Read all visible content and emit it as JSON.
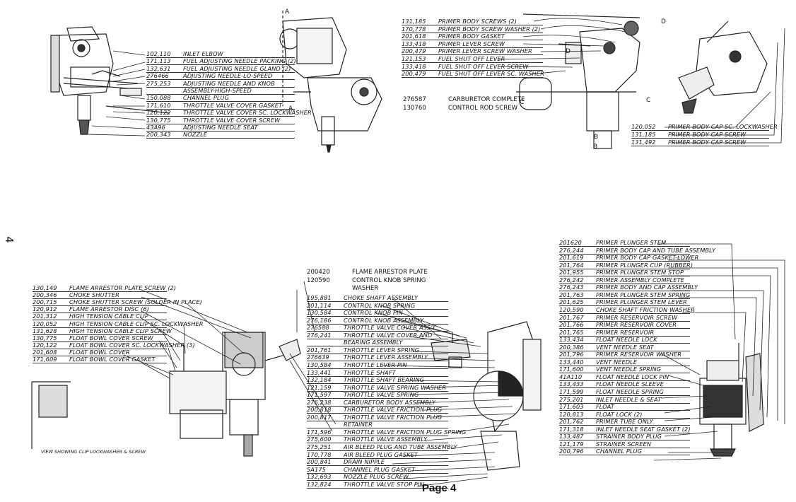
{
  "page_label": "Page 4",
  "side_page_number": "4",
  "view_caption": "VIEW SHOWING CLIP LOCKWASHER & SCREW",
  "section_letters": [
    "A",
    "A",
    "D",
    "D",
    "C",
    "C",
    "B",
    "B"
  ],
  "group_top_left": [
    {
      "num": "102,110",
      "name": "INLET ELBOW"
    },
    {
      "num": "171,113",
      "name": "FUEL ADJUSTING NEEDLE PACKING (2)"
    },
    {
      "num": "132,631",
      "name": "FUEL ADJUSTING NEEDLE GLAND (2)"
    },
    {
      "num": "276466",
      "name": "ADJUSTING NEEDLE-LO-SPEED"
    },
    {
      "num": "275,253",
      "name": "ADJUSTING NEEDLE AND KNOB"
    },
    {
      "num": "",
      "name": "ASSEMBLY-HIGH-SPEED"
    },
    {
      "num": "150,088",
      "name": "CHANNEL PLUG"
    },
    {
      "num": "171,610",
      "name": "THROTTLE VALVE COVER GASKET"
    },
    {
      "num": "120,122",
      "name": "THROTTLE VALVE COVER SC. LOCKWASHER"
    },
    {
      "num": "130,775",
      "name": "THROTTLE VALVE COVER SCREW"
    },
    {
      "num": "43A96",
      "name": "ADJUSTING NEEDLE SEAT"
    },
    {
      "num": "200,343",
      "name": "NOZZLE"
    }
  ],
  "group_top_middle": [
    {
      "num": "131,185",
      "name": "PRIMER BODY SCREWS (2)"
    },
    {
      "num": "170,778",
      "name": "PRIMER BODY SCREW WASHER (2)"
    },
    {
      "num": "201,618",
      "name": "PRIMER BODY GASKET"
    },
    {
      "num": "133,418",
      "name": "PRIMER LEVER SCREW"
    },
    {
      "num": "200,479",
      "name": "PRIMER LEVER SCREW WASHER"
    },
    {
      "num": "121,153",
      "name": "FUEL SHUT OFF LEVER"
    },
    {
      "num": "133,418",
      "name": "FUEL SHUT OFF LEVER SCREW"
    },
    {
      "num": "200,479",
      "name": "FUEL SHUT OFF LEVER SC. WASHER"
    }
  ],
  "carb_notes": [
    {
      "num": "276587",
      "name": "CARBURETOR COMPLETE"
    },
    {
      "num": "130760",
      "name": "CONTROL ROD SCREW"
    }
  ],
  "group_top_right": [
    {
      "num": "120,052",
      "name": "PRIMER BODY CAP SC. LOCKWASHER"
    },
    {
      "num": "131,185",
      "name": "PRIMER BODY CAP SCREW"
    },
    {
      "num": "131,492",
      "name": "PRIMER BODY CAP SCREW"
    }
  ],
  "group_bottom_left": [
    {
      "num": "130,149",
      "name": "FLAME ARRESTOR PLATE SCREW (2)"
    },
    {
      "num": "200,346",
      "name": "CHOKE SHUTTER"
    },
    {
      "num": "200,715",
      "name": "CHOKE SHUTTER SCREW (SOLDER IN PLACE)"
    },
    {
      "num": "120,912",
      "name": "FLAME ARRESTOR DISC (6)"
    },
    {
      "num": "201,312",
      "name": "HIGH TENSION CABLE CLIP"
    },
    {
      "num": "120,052",
      "name": "HIGH TENSION CABLE CLIP SC. LOCKWASHER"
    },
    {
      "num": "131,628",
      "name": "HIGH TENSION CABLE CLIP SCREW"
    },
    {
      "num": "130,775",
      "name": "FLOAT BOWL COVER SCREW"
    },
    {
      "num": "120,122",
      "name": "FLOAT BOWL COVER SC. LOCKWASHER (3)"
    },
    {
      "num": "201,608",
      "name": "FLOAT BOWL COVER"
    },
    {
      "num": "171,609",
      "name": "FLOAT BOWL COVER GASKET"
    }
  ],
  "flame_notes": [
    {
      "num": "200420",
      "name": "FLAME ARRESTOR PLATE"
    },
    {
      "num": "120590",
      "name": "CONTROL KNOB SPRING"
    },
    {
      "num": "",
      "name": "WASHER"
    }
  ],
  "group_bottom_middle": [
    {
      "num": "195,881",
      "name": "CHOKE SHAFT ASSEMBLY"
    },
    {
      "num": "201,114",
      "name": "CONTROL KNOB SPRING"
    },
    {
      "num": "130,584",
      "name": "CONTROL KNOB PIN"
    },
    {
      "num": "276,186",
      "name": "CONTROL KNOB ASSEMBLY"
    },
    {
      "num": "276588",
      "name": "THROTTLE VALVE COVER ASS'Y"
    },
    {
      "num": "276,241",
      "name": "THROTTLE VALVE COVER AND"
    },
    {
      "num": "",
      "name": "BEARING ASSEMBLY"
    },
    {
      "num": "201,761",
      "name": "THROTTLE LEVER SPRING"
    },
    {
      "num": "276639",
      "name": "THROTTLE LEVER ASSEMBLY"
    },
    {
      "num": "130,584",
      "name": "THROTTLE LEVER PIN"
    },
    {
      "num": "133,441",
      "name": "THROTTLE SHAFT"
    },
    {
      "num": "132,184",
      "name": "THROTTLE SHAFT BEARING"
    },
    {
      "num": "121,159",
      "name": "THROTTLE VALVE SPRING WASHER"
    },
    {
      "num": "171,597",
      "name": "THROTTLE VALVE SPRING"
    },
    {
      "num": "276,238",
      "name": "CARBURETOR BODY ASSEMBLY"
    },
    {
      "num": "200,818",
      "name": "THROTTLE VALVE FRICTION PLUG"
    },
    {
      "num": "200,817",
      "name": "THROTTLE VALVE FRICTION PLUG"
    },
    {
      "num": "",
      "name": "RETAINER"
    },
    {
      "num": "171,596",
      "name": "THROTTLE VALVE FRICTION PLUG SPRING"
    },
    {
      "num": "275,600",
      "name": "THROTTLE VALVE ASSEMBLY"
    },
    {
      "num": "275,251",
      "name": "AIR BLEED PLUG AND TUBE ASSEMBLY"
    },
    {
      "num": "170,778",
      "name": "AIR BLEED PLUG GASKET"
    },
    {
      "num": "200,841",
      "name": "DRAIN NIPPLE"
    },
    {
      "num": "5A175",
      "name": "CHANNEL PLUG GASKET"
    },
    {
      "num": "132,693",
      "name": "NOZZLE PLUG SCREW"
    },
    {
      "num": "132,824",
      "name": "THROTTLE VALVE STOP PIN"
    }
  ],
  "group_bottom_right": [
    {
      "num": "201620",
      "name": "PRIMER PLUNGER STEM"
    },
    {
      "num": "276,244",
      "name": "PRIMER BODY CAP AND TUBE ASSEMBLY"
    },
    {
      "num": "201,619",
      "name": "PRIMER BODY CAP GASKET-LOWER"
    },
    {
      "num": "201,764",
      "name": "PRIMER PLUNGER CUP (RUBBER)"
    },
    {
      "num": "201,955",
      "name": "PRIMER PLUNGER STEM STOP"
    },
    {
      "num": "276,242",
      "name": "PRIMER ASSEMBLY COMPLETE"
    },
    {
      "num": "276,243",
      "name": "PRIMER BODY AND CAP ASSEMBLY"
    },
    {
      "num": "201,763",
      "name": "PRIMER PLUNGER STEM SPRING"
    },
    {
      "num": "201,625",
      "name": "PRIMER PLUNGER STEM LEVER"
    },
    {
      "num": "120,590",
      "name": "CHOKE SHAFT FRICTION WASHER"
    },
    {
      "num": "201,767",
      "name": "PRIMER RESERVOIR SCREW"
    },
    {
      "num": "201,766",
      "name": "PRIMER RESERVOIR COVER"
    },
    {
      "num": "201,765",
      "name": "PRIMER RESERVOIR"
    },
    {
      "num": "133,434",
      "name": "FLOAT NEEDLE LOCK"
    },
    {
      "num": "200,386",
      "name": "VENT NEEDLE SEAT"
    },
    {
      "num": "201,796",
      "name": "PRIMER RESERVOIR WASHER"
    },
    {
      "num": "133,440",
      "name": "VENT NEEDLE"
    },
    {
      "num": "171,600",
      "name": "VENT NEEDLE SPRING"
    },
    {
      "num": "41A110",
      "name": "FLOAT NEEDLE LOCK PIN"
    },
    {
      "num": "133,433",
      "name": "FLOAT NEEDLE SLEEVE"
    },
    {
      "num": "171,599",
      "name": "FLOAT NEEDLE SPRING"
    },
    {
      "num": "275,201",
      "name": "INLET NEEDLE & SEAT"
    },
    {
      "num": "171,603",
      "name": "FLOAT"
    },
    {
      "num": "120,813",
      "name": "FLOAT LOCK (2)"
    },
    {
      "num": "201,762",
      "name": "PRIMER TUBE ONLY"
    },
    {
      "num": "171,318",
      "name": "INLET NEEDLE SEAT GASKET (2)"
    },
    {
      "num": "133,487",
      "name": "STRAINER BODY PLUG"
    },
    {
      "num": "121,179",
      "name": "STRAINER SCREEN"
    },
    {
      "num": "200,796",
      "name": "CHANNEL PLUG"
    }
  ]
}
